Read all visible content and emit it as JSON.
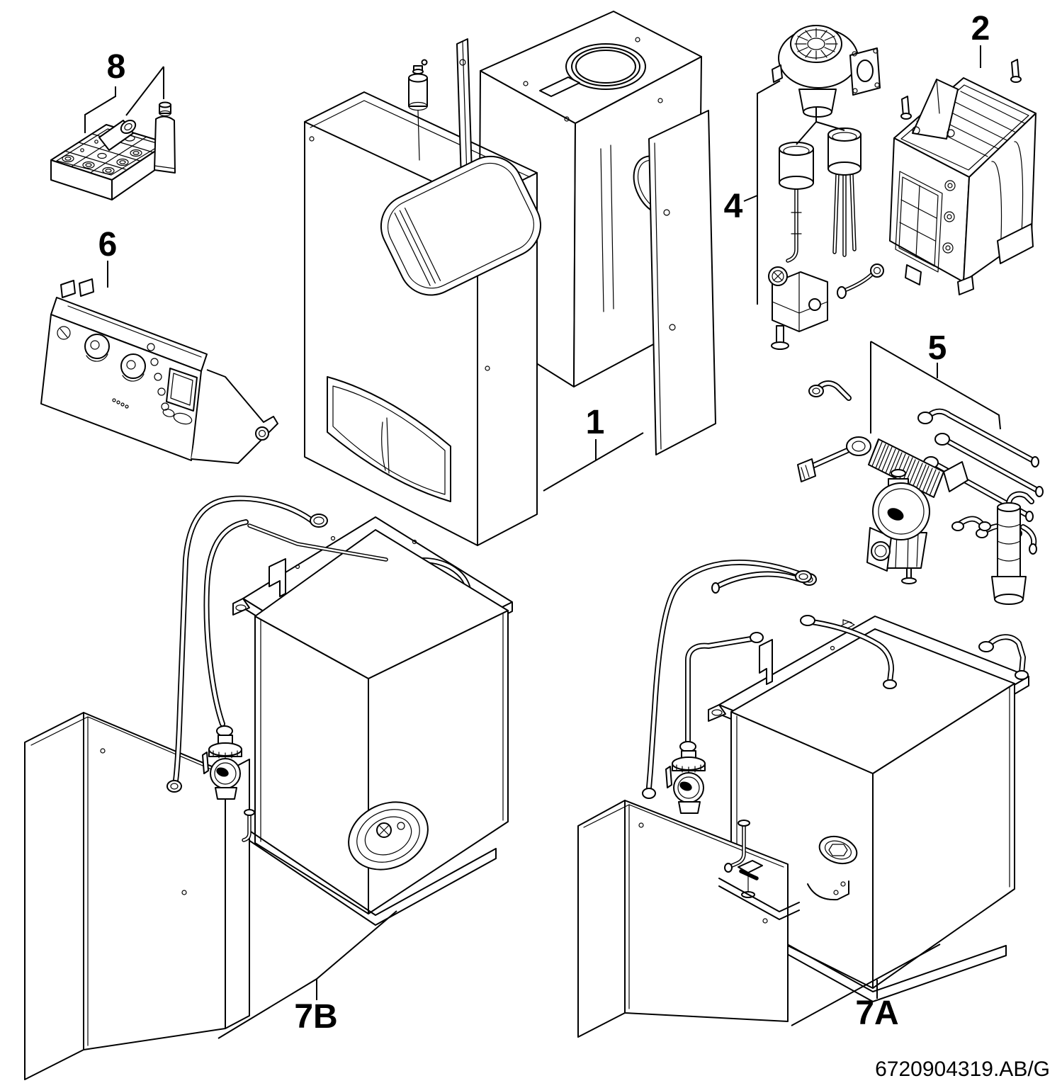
{
  "page": {
    "background_color": "#ffffff",
    "line_color": "#000000"
  },
  "callouts": {
    "c1": {
      "label": "1",
      "part": "boiler-casing-and-inner-body"
    },
    "c2": {
      "label": "2",
      "part": "heat-exchanger-block"
    },
    "c4": {
      "label": "4",
      "part": "fan-electrode-and-gas-valve-group"
    },
    "c5": {
      "label": "5",
      "part": "hydraulic-pump-and-pipe-group"
    },
    "c6": {
      "label": "6",
      "part": "control-panel"
    },
    "c8": {
      "label": "8",
      "part": "gasket-service-kit-with-grease-tube"
    },
    "c7a": {
      "label": "7A",
      "part": "storage-tank-assembly-a"
    },
    "c7b": {
      "label": "7B",
      "part": "storage-tank-assembly-b"
    }
  },
  "footer": {
    "reference_code": "6720904319.AB/G"
  }
}
